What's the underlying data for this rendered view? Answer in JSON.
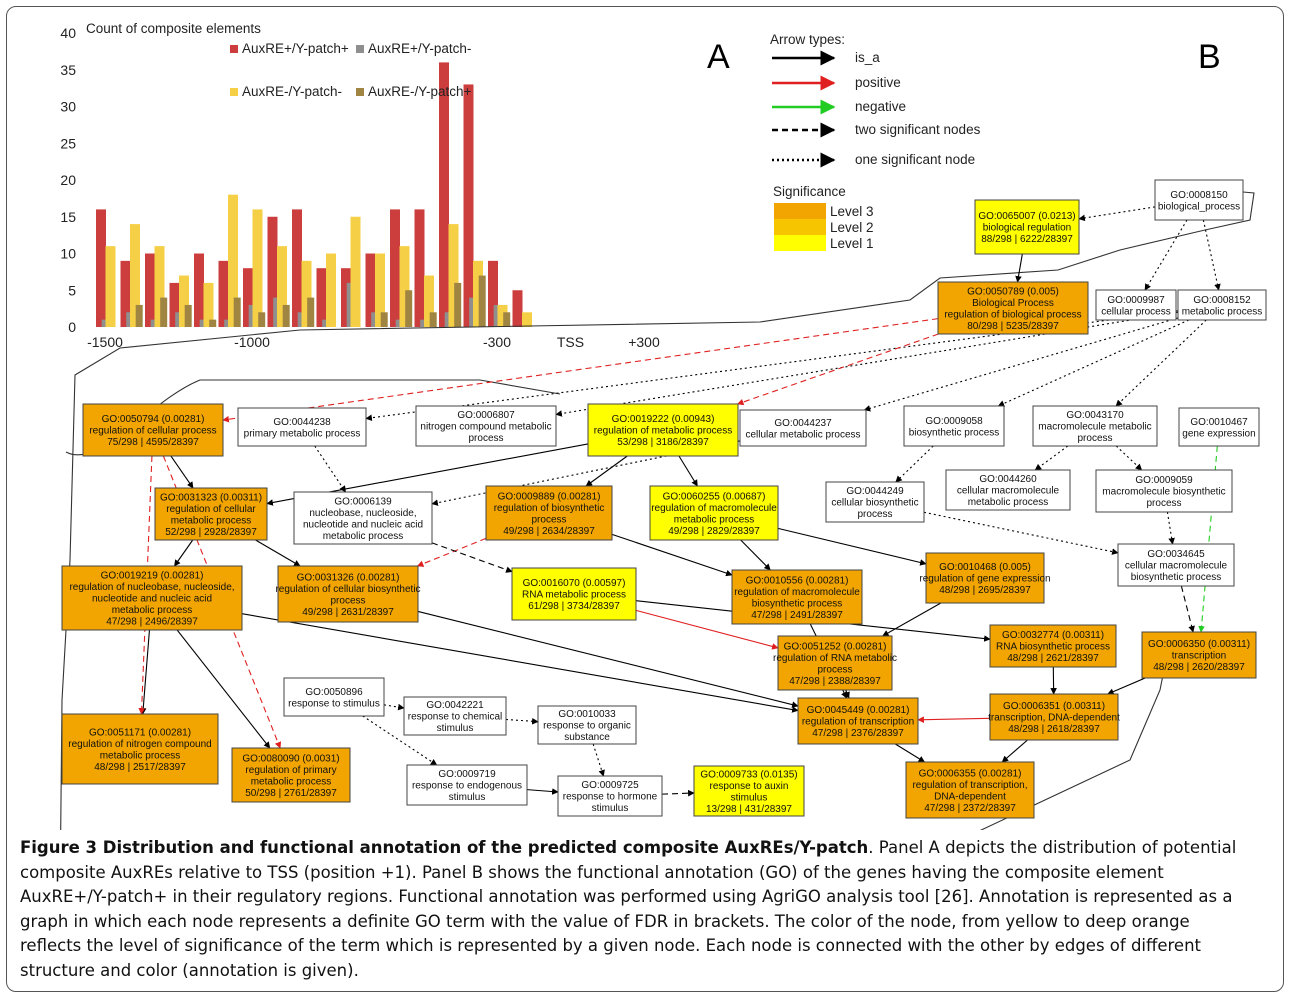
{
  "panel_labels": {
    "a": "A",
    "b": "B"
  },
  "chart_data": {
    "type": "bar",
    "ylabel": "Count of composite elements",
    "ylim": [
      0,
      40
    ],
    "yticks": [
      0,
      5,
      10,
      15,
      20,
      25,
      30,
      35,
      40
    ],
    "xtick_labels": [
      {
        "label": "-1500",
        "group": 0
      },
      {
        "label": "-1000",
        "group": 6
      },
      {
        "label": "-300",
        "group": 16
      },
      {
        "label": "TSS",
        "group": 19
      },
      {
        "label": "+300",
        "group": 22
      }
    ],
    "grid": false,
    "legend_position": "top",
    "series": [
      {
        "name": "AuxRE+/Y-patch+",
        "color": "#cc3d3d",
        "values": [
          16,
          9,
          10,
          6,
          10,
          9,
          8,
          15,
          16,
          8,
          8,
          10,
          16,
          16,
          36,
          33,
          9,
          5,
          0,
          0,
          0,
          0,
          0
        ]
      },
      {
        "name": "AuxRE+/Y-patch-",
        "color": "#8f8f8f",
        "values": [
          1,
          2,
          1,
          2,
          1,
          1,
          3,
          4,
          2,
          1,
          6,
          2,
          1,
          1,
          2,
          4,
          3,
          0,
          0,
          0,
          0,
          0,
          0
        ]
      },
      {
        "name": "AuxRE-/Y-patch-",
        "color": "#f5cf45",
        "values": [
          11,
          14,
          11,
          7,
          6,
          18,
          16,
          11,
          9,
          10,
          15,
          10,
          11,
          7,
          14,
          9,
          3,
          2,
          0,
          0,
          0,
          0,
          0
        ]
      },
      {
        "name": "AuxRE-/Y-patch+",
        "color": "#a08442",
        "values": [
          0,
          3,
          4,
          3,
          1,
          4,
          2,
          3,
          4,
          0,
          0,
          2,
          5,
          2,
          6,
          7,
          2,
          0,
          0,
          0,
          0,
          0,
          0
        ]
      }
    ]
  },
  "legend_b": {
    "title": "Arrow types:",
    "items": [
      {
        "label": "is_a",
        "color": "#000000",
        "style": "solid"
      },
      {
        "label": "positive",
        "color": "#e02020",
        "style": "solid"
      },
      {
        "label": "negative",
        "color": "#22cc22",
        "style": "solid"
      },
      {
        "label": "two significant nodes",
        "color": "#000000",
        "style": "dashed"
      },
      {
        "label": "one significant node",
        "color": "#000000",
        "style": "dotted"
      }
    ],
    "significance_title": "Significance",
    "levels": [
      {
        "label": "Level 3",
        "color": "#f2a500"
      },
      {
        "label": "Level 2",
        "color": "#f7c400"
      },
      {
        "label": "Level 1",
        "color": "#ffff00"
      }
    ]
  },
  "go_nodes": [
    {
      "id": "n8150",
      "lines": [
        "GO:0008150",
        "biological_process"
      ],
      "level": 0
    },
    {
      "id": "n65007",
      "lines": [
        "GO:0065007 (0.0213)",
        "biological regulation",
        "88/298 | 6222/28397"
      ],
      "level": 1
    },
    {
      "id": "n50789",
      "lines": [
        "GO:0050789 (0.005)",
        "Biological Process",
        "regulation of biological process",
        "80/298 | 5235/28397"
      ],
      "level": 3
    },
    {
      "id": "n9987",
      "lines": [
        "GO:0009987",
        "cellular process"
      ],
      "level": 0
    },
    {
      "id": "n8152",
      "lines": [
        "GO:0008152",
        "metabolic process"
      ],
      "level": 0
    },
    {
      "id": "n50794",
      "lines": [
        "GO:0050794 (0.00281)",
        "regulation of cellular process",
        "75/298 | 4595/28397"
      ],
      "level": 3
    },
    {
      "id": "n44238",
      "lines": [
        "GO:0044238",
        "primary metabolic process"
      ],
      "level": 0
    },
    {
      "id": "n6807",
      "lines": [
        "GO:0006807",
        "nitrogen compound metabolic",
        "process"
      ],
      "level": 0
    },
    {
      "id": "n19222",
      "lines": [
        "GO:0019222 (0.00943)",
        "regulation of metabolic process",
        "53/298 | 3186/28397"
      ],
      "level": 1
    },
    {
      "id": "n44237",
      "lines": [
        "GO:0044237",
        "cellular metabolic process"
      ],
      "level": 0
    },
    {
      "id": "n9058",
      "lines": [
        "GO:0009058",
        "biosynthetic process"
      ],
      "level": 0
    },
    {
      "id": "n43170",
      "lines": [
        "GO:0043170",
        "macromolecule metabolic",
        "process"
      ],
      "level": 0
    },
    {
      "id": "n10467",
      "lines": [
        "GO:0010467",
        "gene expression"
      ],
      "level": 0
    },
    {
      "id": "n31323",
      "lines": [
        "GO:0031323 (0.00311)",
        "regulation of cellular",
        "metabolic process",
        "52/298 | 2928/28397"
      ],
      "level": 3
    },
    {
      "id": "n6139",
      "lines": [
        "GO:0006139",
        "nucleobase, nucleoside,",
        "nucleotide and nucleic acid",
        "metabolic process"
      ],
      "level": 0
    },
    {
      "id": "n9889",
      "lines": [
        "GO:0009889 (0.00281)",
        "regulation of biosynthetic",
        "process",
        "49/298 | 2634/28397"
      ],
      "level": 3
    },
    {
      "id": "n60255",
      "lines": [
        "GO:0060255 (0.00687)",
        "regulation of macromolecule",
        "metabolic process",
        "49/298 | 2829/28397"
      ],
      "level": 1
    },
    {
      "id": "n44249",
      "lines": [
        "GO:0044249",
        "cellular biosynthetic",
        "process"
      ],
      "level": 0
    },
    {
      "id": "n44260",
      "lines": [
        "GO:0044260",
        "cellular macromolecule",
        "metabolic process"
      ],
      "level": 0
    },
    {
      "id": "n9059",
      "lines": [
        "GO:0009059",
        "macromolecule biosynthetic",
        "process"
      ],
      "level": 0
    },
    {
      "id": "n19219",
      "lines": [
        "GO:0019219 (0.00281)",
        "regulation of nucleobase, nucleoside,",
        "nucleotide and nucleic acid",
        "metabolic process",
        "47/298 | 2496/28397"
      ],
      "level": 3
    },
    {
      "id": "n31326",
      "lines": [
        "GO:0031326 (0.00281)",
        "regulation of cellular biosynthetic",
        "process",
        "49/298 | 2631/28397"
      ],
      "level": 3
    },
    {
      "id": "n16070",
      "lines": [
        "GO:0016070 (0.00597)",
        "RNA metabolic process",
        "61/298 | 3734/28397"
      ],
      "level": 1
    },
    {
      "id": "n10556",
      "lines": [
        "GO:0010556 (0.00281)",
        "regulation of macromolecule",
        "biosynthetic process",
        "47/298 | 2491/28397"
      ],
      "level": 3
    },
    {
      "id": "n10468",
      "lines": [
        "GO:0010468 (0.005)",
        "regulation of gene expression",
        "48/298 | 2695/28397"
      ],
      "level": 3
    },
    {
      "id": "n34645",
      "lines": [
        "GO:0034645",
        "cellular macromolecule",
        "biosynthetic process"
      ],
      "level": 0
    },
    {
      "id": "n32774",
      "lines": [
        "GO:0032774 (0.00311)",
        "RNA biosynthetic process",
        "48/298 | 2621/28397"
      ],
      "level": 3
    },
    {
      "id": "n6350",
      "lines": [
        "GO:0006350 (0.00311)",
        "transcription",
        "48/298 | 2620/28397"
      ],
      "level": 3
    },
    {
      "id": "n51252",
      "lines": [
        "GO:0051252 (0.00281)",
        "regulation of RNA metabolic",
        "process",
        "47/298 | 2388/28397"
      ],
      "level": 3
    },
    {
      "id": "n6351",
      "lines": [
        "GO:0006351 (0.00311)",
        "transcription, DNA-dependent",
        "48/298 | 2618/28397"
      ],
      "level": 3
    },
    {
      "id": "n50896",
      "lines": [
        "GO:0050896",
        "response to stimulus"
      ],
      "level": 0
    },
    {
      "id": "n42221",
      "lines": [
        "GO:0042221",
        "response to chemical",
        "stimulus"
      ],
      "level": 0
    },
    {
      "id": "n10033",
      "lines": [
        "GO:0010033",
        "response to organic",
        "substance"
      ],
      "level": 0
    },
    {
      "id": "n45449",
      "lines": [
        "GO:0045449 (0.00281)",
        "regulation of transcription",
        "47/298 | 2376/28397"
      ],
      "level": 3
    },
    {
      "id": "n51171",
      "lines": [
        "GO:0051171 (0.00281)",
        "regulation of nitrogen compound",
        "metabolic process",
        "48/298 | 2517/28397"
      ],
      "level": 3
    },
    {
      "id": "n80090",
      "lines": [
        "GO:0080090 (0.0031)",
        "regulation of primary",
        "metabolic process",
        "50/298 | 2761/28397"
      ],
      "level": 3
    },
    {
      "id": "n9719",
      "lines": [
        "GO:0009719",
        "response to endogenous",
        "stimulus"
      ],
      "level": 0
    },
    {
      "id": "n9725",
      "lines": [
        "GO:0009725",
        "response to hormone",
        "stimulus"
      ],
      "level": 0
    },
    {
      "id": "n9733",
      "lines": [
        "GO:0009733 (0.0135)",
        "response to auxin",
        "stimulus",
        "13/298 | 431/28397"
      ],
      "level": 1
    },
    {
      "id": "n6355",
      "lines": [
        "GO:0006355 (0.00281)",
        "regulation of transcription,",
        "DNA-dependent",
        "47/298 | 2372/28397"
      ],
      "level": 3
    }
  ],
  "go_edges": [
    [
      "n8150",
      "n65007",
      "dotted",
      "#000"
    ],
    [
      "n65007",
      "n50789",
      "solid",
      "#000"
    ],
    [
      "n8150",
      "n9987",
      "dotted",
      "#000"
    ],
    [
      "n8150",
      "n8152",
      "dotted",
      "#000"
    ],
    [
      "n50789",
      "n50794",
      "dashed",
      "#e02020"
    ],
    [
      "n8152",
      "n44238",
      "dotted",
      "#000"
    ],
    [
      "n8152",
      "n6807",
      "dotted",
      "#000"
    ],
    [
      "n8152",
      "n44237",
      "dotted",
      "#000"
    ],
    [
      "n8152",
      "n43170",
      "dotted",
      "#000"
    ],
    [
      "n8152",
      "n9058",
      "dotted",
      "#000"
    ],
    [
      "n50789",
      "n19222",
      "dashed",
      "#e02020"
    ],
    [
      "n50794",
      "n31323",
      "solid",
      "#000"
    ],
    [
      "n19222",
      "n31323",
      "solid",
      "#000"
    ],
    [
      "n44237",
      "n6139",
      "dotted",
      "#000"
    ],
    [
      "n44238",
      "n6139",
      "dotted",
      "#000"
    ],
    [
      "n19222",
      "n9889",
      "solid",
      "#000"
    ],
    [
      "n19222",
      "n60255",
      "solid",
      "#000"
    ],
    [
      "n9058",
      "n44249",
      "dotted",
      "#000"
    ],
    [
      "n43170",
      "n44260",
      "dotted",
      "#000"
    ],
    [
      "n43170",
      "n9059",
      "dotted",
      "#000"
    ],
    [
      "n31323",
      "n19219",
      "solid",
      "#000"
    ],
    [
      "n31323",
      "n31326",
      "solid",
      "#000"
    ],
    [
      "n9889",
      "n31326",
      "dashed",
      "#e02020"
    ],
    [
      "n6139",
      "n16070",
      "dashed",
      "#000"
    ],
    [
      "n9889",
      "n10556",
      "solid",
      "#000"
    ],
    [
      "n60255",
      "n10556",
      "solid",
      "#000"
    ],
    [
      "n60255",
      "n10468",
      "solid",
      "#000"
    ],
    [
      "n9059",
      "n34645",
      "dotted",
      "#000"
    ],
    [
      "n44249",
      "n34645",
      "dotted",
      "#000"
    ],
    [
      "n10467",
      "n6350",
      "dashed",
      "#22cc22"
    ],
    [
      "n34645",
      "n6350",
      "dashed",
      "#000"
    ],
    [
      "n16070",
      "n51252",
      "solid",
      "#e02020"
    ],
    [
      "n10468",
      "n51252",
      "solid",
      "#000"
    ],
    [
      "n16070",
      "n32774",
      "solid",
      "#000"
    ],
    [
      "n32774",
      "n6351",
      "solid",
      "#000"
    ],
    [
      "n6350",
      "n6351",
      "solid",
      "#000"
    ],
    [
      "n50896",
      "n42221",
      "dotted",
      "#000"
    ],
    [
      "n42221",
      "n10033",
      "dotted",
      "#000"
    ],
    [
      "n10033",
      "n9725",
      "dotted",
      "#000"
    ],
    [
      "n50896",
      "n9719",
      "dotted",
      "#000"
    ],
    [
      "n9719",
      "n9725",
      "solid",
      "#000"
    ],
    [
      "n9725",
      "n9733",
      "dashed",
      "#000"
    ],
    [
      "n10556",
      "n45449",
      "solid",
      "#000"
    ],
    [
      "n51252",
      "n45449",
      "solid",
      "#000"
    ],
    [
      "n45449",
      "n6355",
      "solid",
      "#000"
    ],
    [
      "n6351",
      "n6355",
      "solid",
      "#000"
    ],
    [
      "n6351",
      "n45449",
      "solid",
      "#e02020"
    ],
    [
      "n19219",
      "n51171",
      "solid",
      "#000"
    ],
    [
      "n19219",
      "n80090",
      "solid",
      "#000"
    ],
    [
      "n50794",
      "n51171",
      "dashed",
      "#e02020"
    ],
    [
      "n50794",
      "n80090",
      "dashed",
      "#e02020"
    ],
    [
      "n31326",
      "n45449",
      "solid",
      "#000"
    ],
    [
      "n19219",
      "n45449",
      "solid",
      "#000"
    ]
  ],
  "caption": {
    "title": "Figure 3 Distribution and functional annotation of the predicted composite AuxREs/Y-patch",
    "text": ". Panel A depicts the distribution of potential composite AuxREs relative to TSS (position +1). Panel B shows the functional annotation (GO) of the genes having the composite element AuxRE+/Y-patch+ in their regulatory regions. Functional annotation was performed using AgriGO analysis tool [26]. Annotation is represented as a graph in which each node represents a definite GO term with the value of FDR in brackets. The color of the node, from yellow to deep orange reflects the level of significance of the term which is represented by a given node. Each node is connected with the other by edges of different structure and color (annotation is given)."
  }
}
